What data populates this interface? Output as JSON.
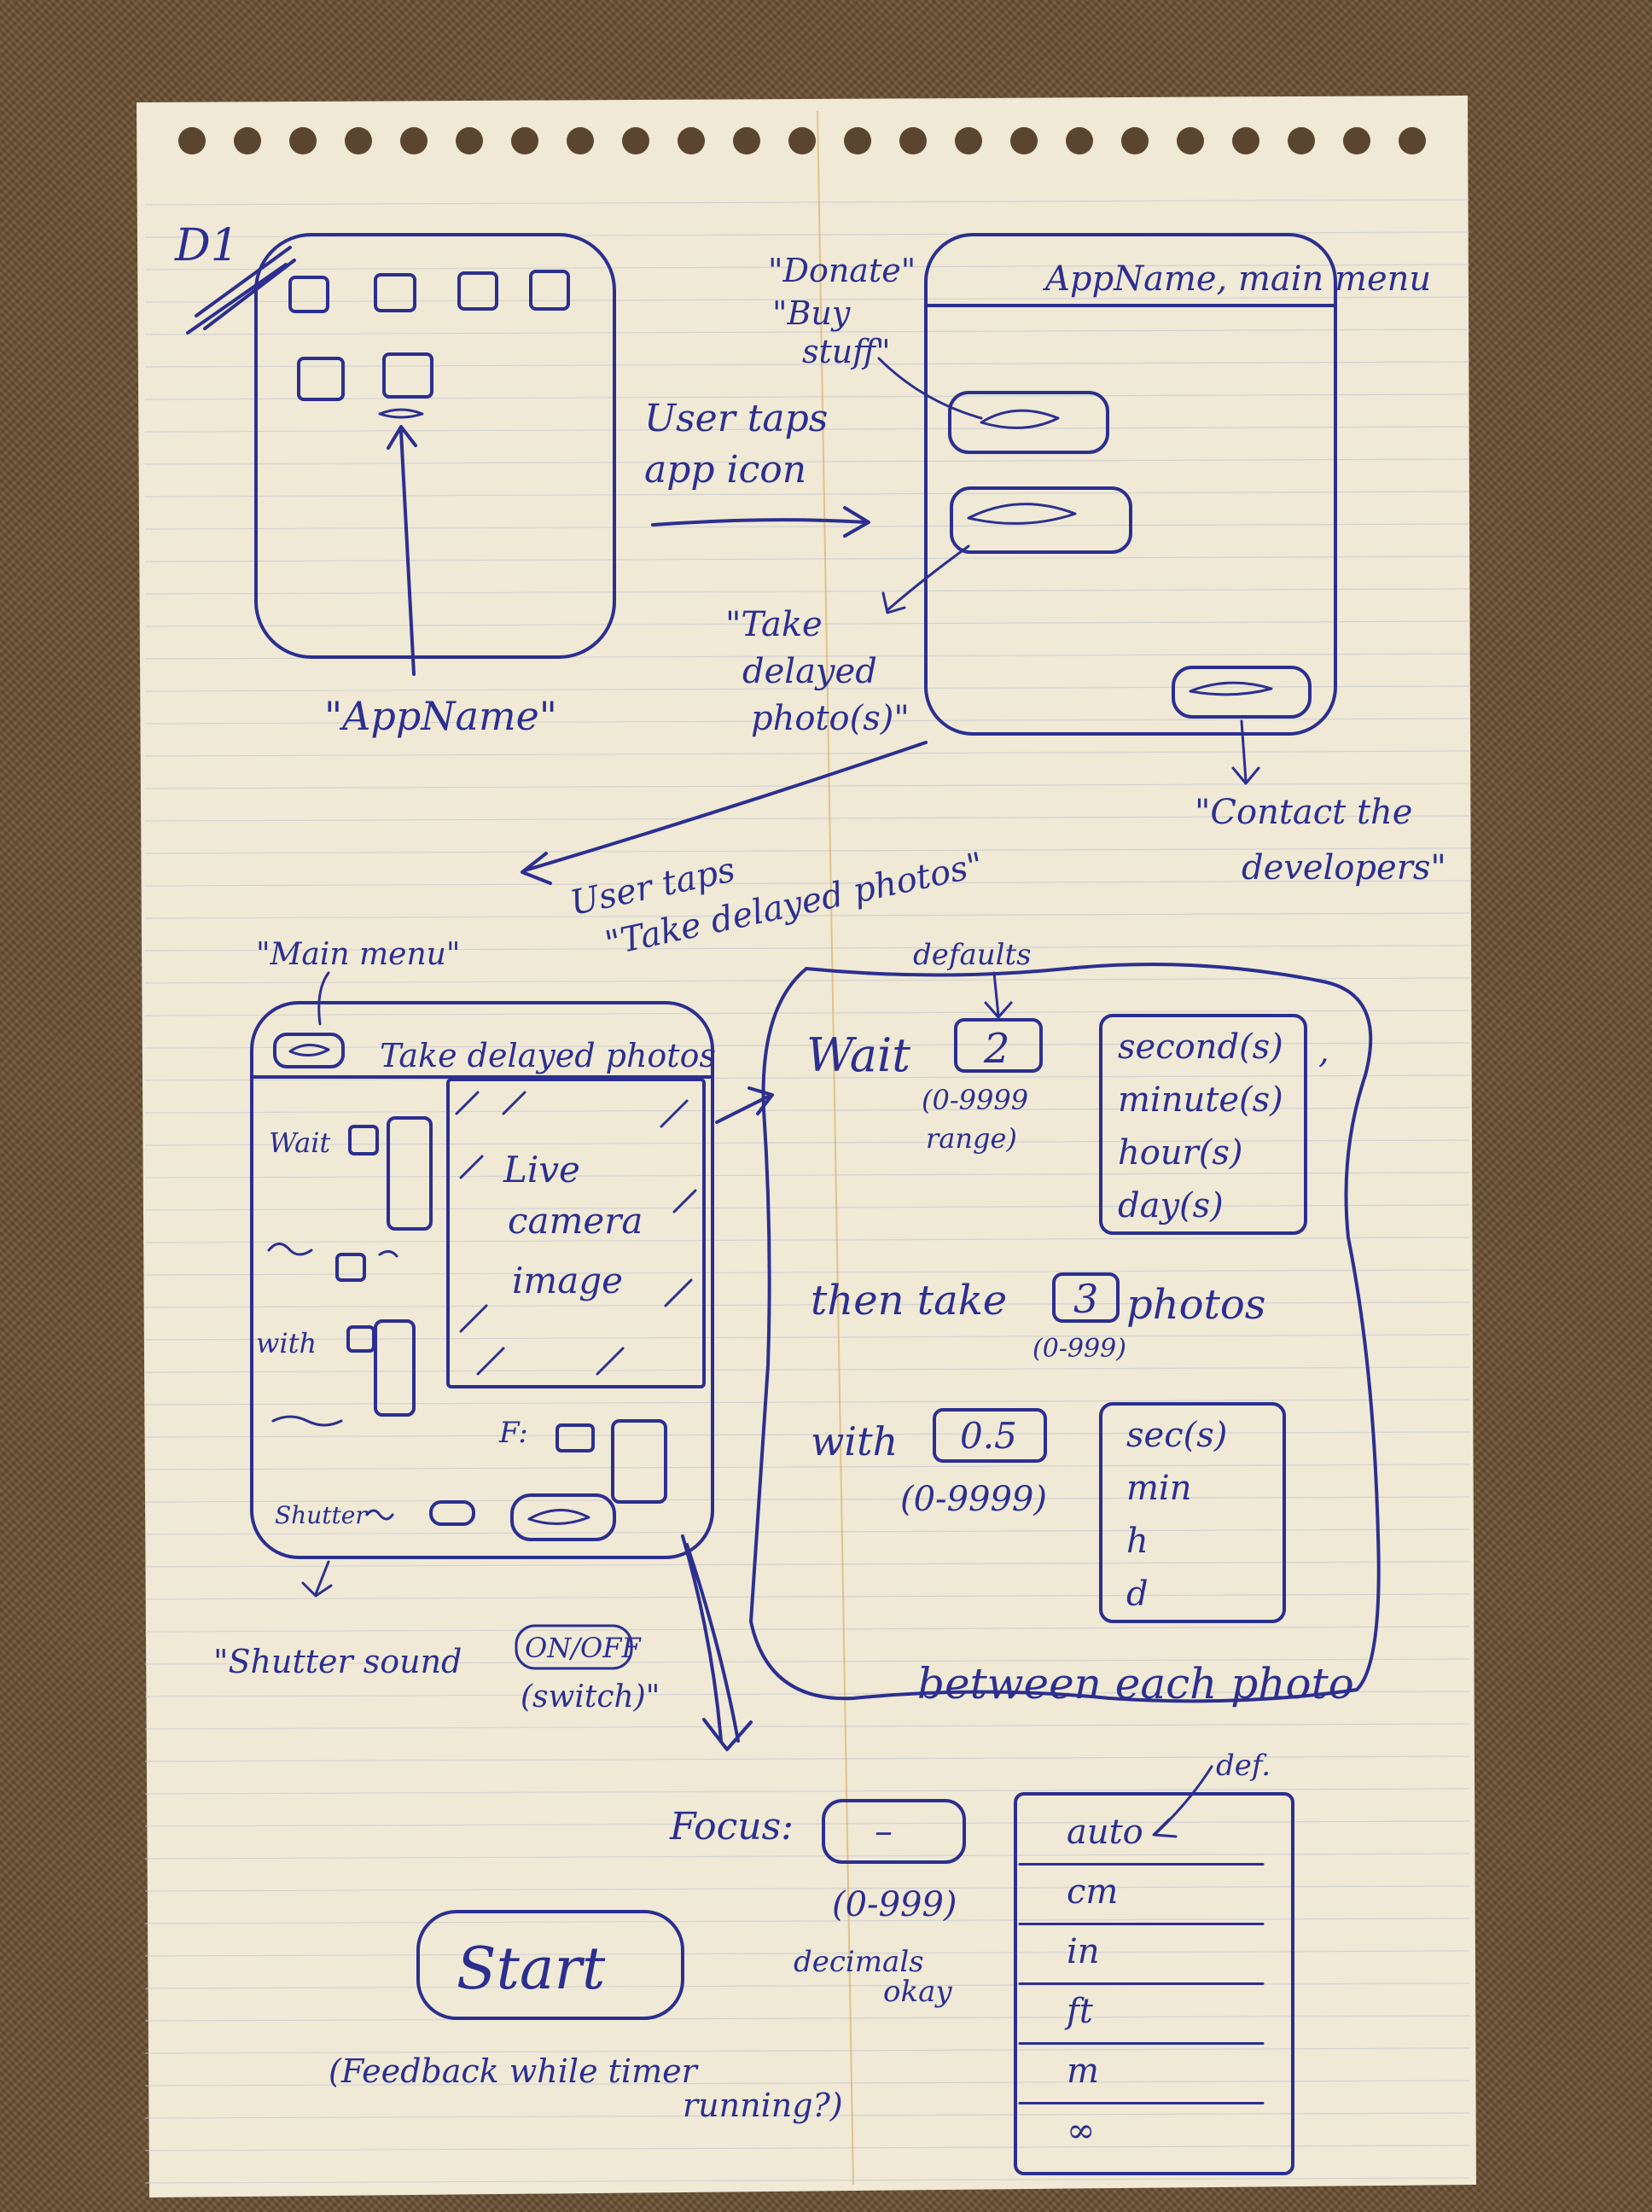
{
  "page": {
    "corner_mark": "D1"
  },
  "home_screen": {
    "label": "\"AppName\""
  },
  "step1": {
    "line1": "User taps",
    "line2": "app icon"
  },
  "main_menu_screen": {
    "title": "AppName, main menu",
    "donate_line1": "\"Donate\"",
    "donate_line2": "\"Buy",
    "donate_line3": "stuff\"",
    "take_line1": "\"Take",
    "take_line2": "delayed",
    "take_line3": "photo(s)\"",
    "contact_line1": "\"Contact the",
    "contact_line2": "developers\""
  },
  "step2": {
    "line1": "User taps",
    "line2": "\"Take delayed photos\""
  },
  "delayed_screen": {
    "back_label": "\"Main menu\"",
    "title": "Take delayed photos",
    "wait": "Wait",
    "with": "with",
    "live1": "Live",
    "live2": "camera",
    "live3": "image",
    "focus_short": "F:",
    "shutter": "Shutter",
    "shutter_note1": "\"Shutter sound",
    "shutter_note2": "ON/OFF",
    "shutter_note3": "(switch)\""
  },
  "detail": {
    "defaults_label": "defaults",
    "wait_label": "Wait",
    "wait_value": "2",
    "wait_range1": "(0-9999",
    "wait_range2": "range)",
    "wait_units": [
      "second(s)",
      "minute(s)",
      "hour(s)",
      "day(s)"
    ],
    "comma": ",",
    "then_take": "then take",
    "photos_value": "3",
    "photos_label": "photos",
    "photos_range": "(0-999)",
    "with_label": "with",
    "interval_value": "0.5",
    "interval_range": "(0-9999)",
    "interval_units": [
      "sec(s)",
      "min",
      "h",
      "d"
    ],
    "between": "between each photo"
  },
  "focus": {
    "label": "Focus:",
    "value": "–",
    "range": "(0-999)",
    "note1": "decimals",
    "note2": "okay",
    "default_label": "def.",
    "units": [
      "auto",
      "cm",
      "in",
      "ft",
      "m",
      "∞"
    ]
  },
  "start": {
    "label": "Start",
    "note1": "(Feedback while timer",
    "note2": "running?)"
  }
}
